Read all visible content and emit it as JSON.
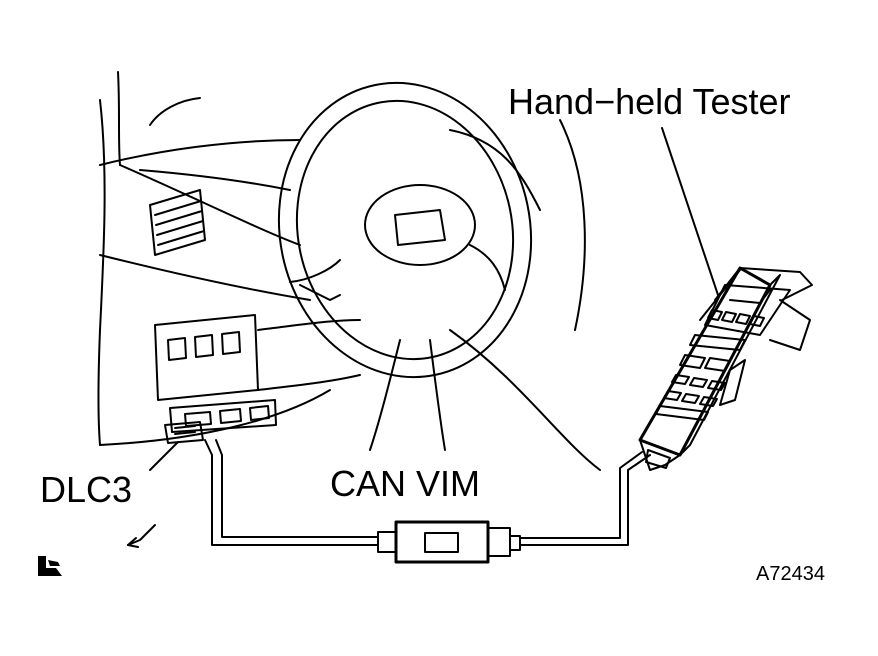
{
  "labels": {
    "tester": "Hand−held Tester",
    "dlc3": "DLC3",
    "can_vim": "CAN VIM",
    "figure_code": "A72434"
  },
  "colors": {
    "line": "#000000",
    "background": "#ffffff"
  },
  "icons": {
    "corner_mark": "vehicle-seat-icon"
  }
}
